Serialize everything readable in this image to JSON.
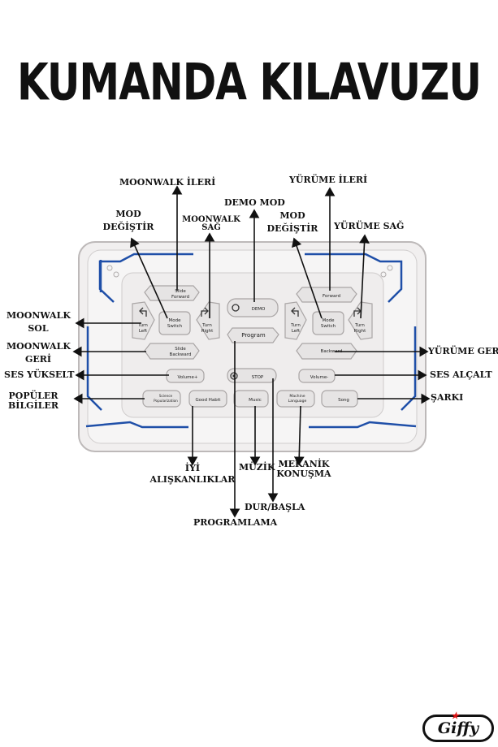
{
  "title": "KUMANDA KILAVUZU",
  "labels": {
    "moonwalk_ileri": "MOONWALK İLERİ",
    "yurume_ileri": "YÜRÜME İLERİ",
    "demo_mod": "DEMO MOD",
    "mod_degistir_left": [
      "MOD",
      "DEĞİŞTİR"
    ],
    "moonwalk_sag": [
      "MOONWALK",
      "SAĞ"
    ],
    "mod_degistir_right": [
      "MOD",
      "DEĞİŞTİR"
    ],
    "yurume_sag": "YÜRÜME SAĞ",
    "moonwalk_sol": [
      "MOONWALK",
      "SOL"
    ],
    "moonwalk_geri": [
      "MOONWALK",
      "GERİ"
    ],
    "yurume_geri": "YÜRÜME GERİ",
    "ses_yukselt": "SES YÜKSELT",
    "ses_alcalt": "SES ALÇALT",
    "populer_bilgiler": [
      "POPÜLER",
      "BİLGİLER"
    ],
    "sarki": "ŞARKI",
    "iyi_aliskanliklar": [
      "İYİ",
      "ALIŞKANLIKLAR"
    ],
    "muzik": "MÜZİK",
    "mekanik_konusma": [
      "MEKANİK",
      "KONUŞMA"
    ],
    "dur_basla": "DUR/BAŞLA",
    "programlama": "PROGRAMLAMA"
  },
  "remote": {
    "slide_forward": [
      "Slide",
      "Forward"
    ],
    "turn_left": [
      "Turn",
      "Left"
    ],
    "mode_switch": [
      "Mode",
      "Switch"
    ],
    "turn_right": [
      "Turn",
      "Right"
    ],
    "slide_backward": [
      "Slide",
      "Backward"
    ],
    "demo": "DEMO",
    "program": "Program",
    "stop": "STOP",
    "forward": "Forward",
    "backward": "Backward",
    "volume_up": "Volume+",
    "volume_down": "Volume-",
    "science": [
      "Science",
      "Popularization"
    ],
    "good_habit": "Good Habit",
    "music": "Music",
    "machine_language": [
      "Machine",
      "Language"
    ],
    "song": "Song"
  },
  "logo": "Giffy",
  "colors": {
    "accent_blue": "#1f4fa8",
    "device": "#f3f1f1",
    "button": "#e9e7e7"
  }
}
